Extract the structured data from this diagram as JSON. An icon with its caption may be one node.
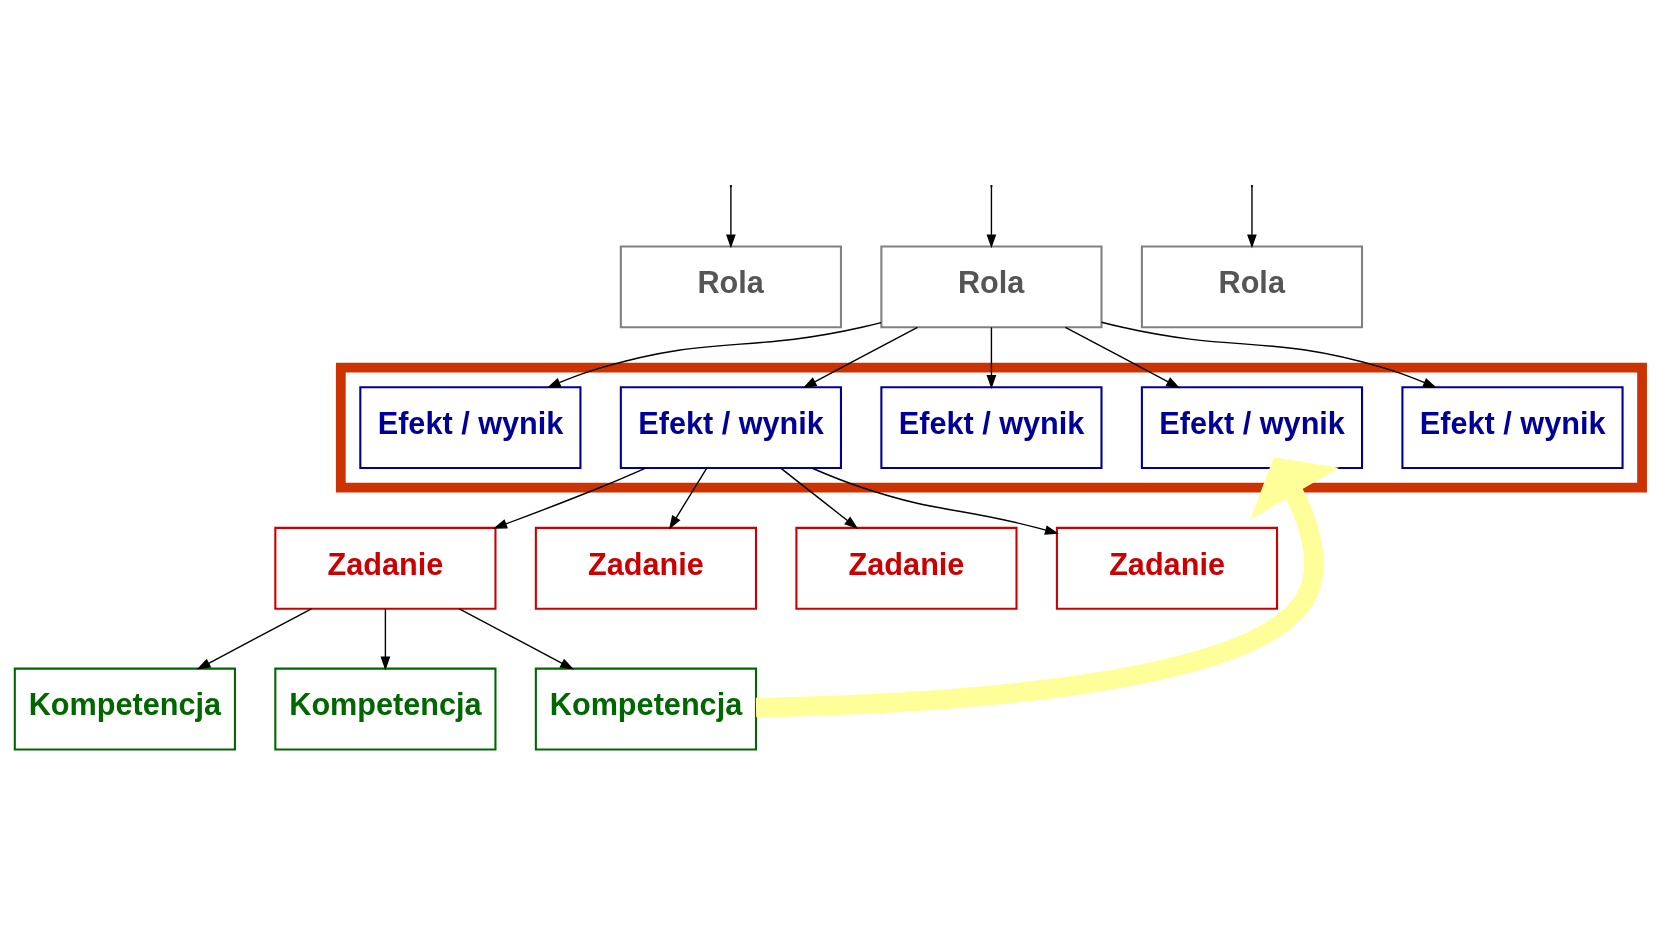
{
  "diagram": {
    "nodes": [
      {
        "text": [
          "Rola"
        ]
      },
      {
        "text": [
          "Rola"
        ]
      },
      {
        "text": [
          "Rola"
        ]
      },
      {
        "text": [],
        "shape": "box"
      },
      {
        "text": [
          "Efekt / wynik"
        ],
        "in": 3
      },
      {
        "text": [
          "Efekt / wynik"
        ],
        "in": 3
      },
      {
        "text": [
          "Efekt / wynik"
        ],
        "in": 3
      },
      {
        "text": [
          "Efekt / wynik"
        ],
        "in": 3
      },
      {
        "text": [
          "Efekt / wynik"
        ],
        "in": 3
      },
      {
        "text": [
          "Zadanie"
        ]
      },
      {
        "text": [
          "Zadanie"
        ]
      },
      {
        "text": [
          "Zadanie"
        ]
      },
      {
        "text": [
          "Zadanie"
        ]
      },
      {
        "text": [
          "Kompetencja"
        ]
      },
      {
        "text": [
          "Kompetencja"
        ]
      },
      {
        "text": [
          "Kompetencja"
        ]
      }
    ],
    "edges": [
      {
        "from": null,
        "to": 0,
        "arrow": "to"
      },
      {
        "from": null,
        "to": 1,
        "arrow": "to"
      },
      {
        "from": null,
        "to": 2,
        "arrow": "to"
      },
      {
        "from": 1,
        "to": 4,
        "arrow": "to"
      },
      {
        "from": 1,
        "to": 5,
        "arrow": "to"
      },
      {
        "from": 1,
        "to": 6,
        "arrow": "to"
      },
      {
        "from": 1,
        "to": 7,
        "arrow": "to"
      },
      {
        "from": 1,
        "to": 8,
        "arrow": "to"
      },
      {
        "from": 5,
        "to": 9,
        "arrow": "to"
      },
      {
        "from": 5,
        "to": 10,
        "arrow": "to"
      },
      {
        "from": 5,
        "to": 11,
        "arrow": "to"
      },
      {
        "from": 5,
        "to": 12,
        "arrow": "to"
      },
      {
        "from": 9,
        "to": 13,
        "arrow": "to"
      },
      {
        "from": 9,
        "to": 14,
        "arrow": "to"
      },
      {
        "from": 9,
        "to": 15,
        "arrow": "to"
      },
      {
        "from": 15,
        "to": 7,
        "arrow": "to",
        "style": "thick",
        "color": "#ffff99"
      }
    ]
  }
}
